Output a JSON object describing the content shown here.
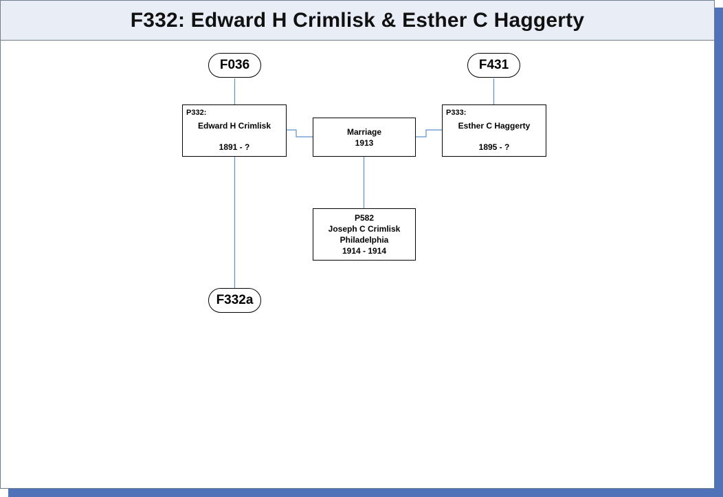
{
  "title": "F332: Edward H Crimlisk & Esther C Haggerty",
  "families": {
    "husband_parents": "F036",
    "wife_parents": "F431",
    "husband_other": "F332a"
  },
  "husband": {
    "id": "P332:",
    "name": "Edward H Crimlisk",
    "dates": "1891 - ?"
  },
  "wife": {
    "id": "P333:",
    "name": "Esther C Haggerty",
    "dates": "1895 - ?"
  },
  "marriage": {
    "label": "Marriage",
    "year": "1913"
  },
  "child": {
    "id": "P582",
    "name": "Joseph C Crimlisk",
    "place": "Philadelphia",
    "dates": "1914 - 1914"
  },
  "colors": {
    "connector": "#5b8fc9",
    "header_bg": "#e8edf6",
    "shadow": "#4f72b8"
  }
}
